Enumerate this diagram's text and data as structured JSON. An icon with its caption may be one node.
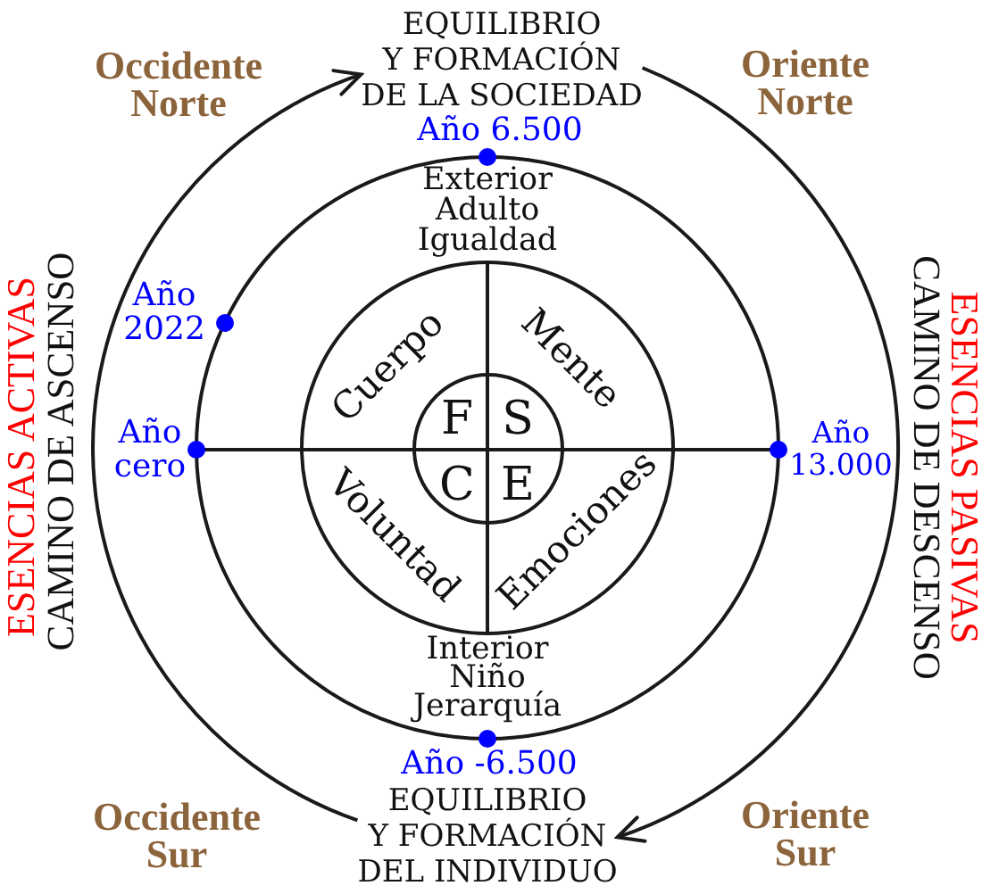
{
  "diagram": {
    "nodes": [
      {
        "text": [
          "EQUILIBRIO Y FORMACIÓN DE LA SOCIEDAD"
        ]
      },
      {
        "text": [
          "Exterior",
          "Adulto",
          "Igualdad",
          "Interior",
          "Niño",
          "Jerarquía"
        ],
        "beside": [
          "Año 6.500",
          "Año 2022",
          "Año cero",
          "Año 13.000",
          "Año -6.500"
        ]
      },
      {
        "text": [
          "Cuerpo",
          "Mente",
          "Voluntad",
          "Emociones"
        ],
        "in": 1
      },
      {
        "text": [
          "F",
          "S",
          "C",
          "E"
        ],
        "in": 2
      },
      {
        "text": [
          "EQUILIBRIO Y FORMACIÓN DEL INDIVIDUO"
        ]
      }
    ],
    "edges": [
      {
        "from": 4,
        "to": 0,
        "arrow": "to"
      },
      {
        "from": 0,
        "to": 4,
        "arrow": "to"
      }
    ],
    "labels": [
      "Occidente Norte",
      "Oriente Norte",
      "ESENCIAS ACTIVAS",
      "CAMINO DE ASCENSO",
      "CAMINO DE DESCENSO",
      "ESENCIAS PASIVAS",
      "Occidente Sur",
      "Oriente Sur"
    ]
  }
}
